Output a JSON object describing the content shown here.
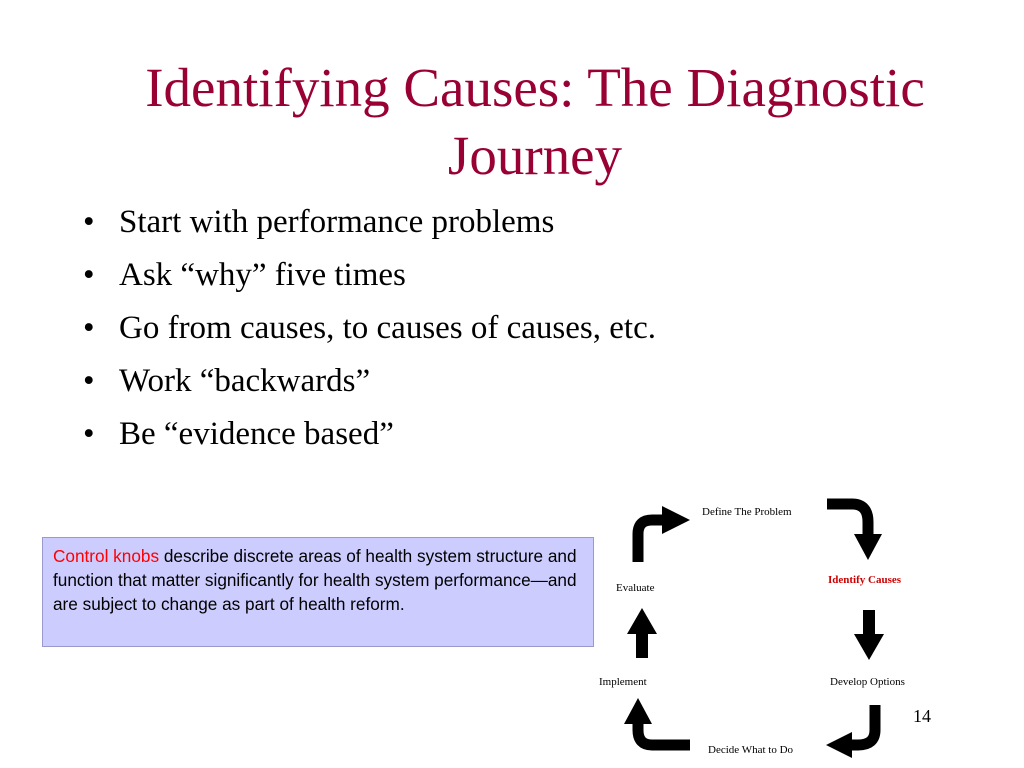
{
  "slide": {
    "title_line1": "Identifying Causes: The Diagnostic",
    "title_line2": "Journey",
    "bullet_char": "•",
    "bullets": [
      "Start with performance problems",
      "Ask “why” five times",
      "Go from causes, to causes of causes, etc.",
      "Work “backwards”",
      "Be “evidence based”"
    ],
    "note": {
      "keyword": "Control knobs",
      "text": " describe discrete areas of health system structure and function that matter significantly for health system performance—and are subject to change as part of health reform."
    },
    "cycle": {
      "define": "Define The Problem",
      "identify": "Identify Causes",
      "develop": "Develop Options",
      "decide": "Decide What to Do",
      "implement": "Implement",
      "evaluate": "Evaluate",
      "highlight_color": "#cc0000"
    },
    "page_number": "14",
    "colors": {
      "title": "#990033",
      "note_background": "#ccccff",
      "note_keyword": "#ff0000"
    }
  }
}
